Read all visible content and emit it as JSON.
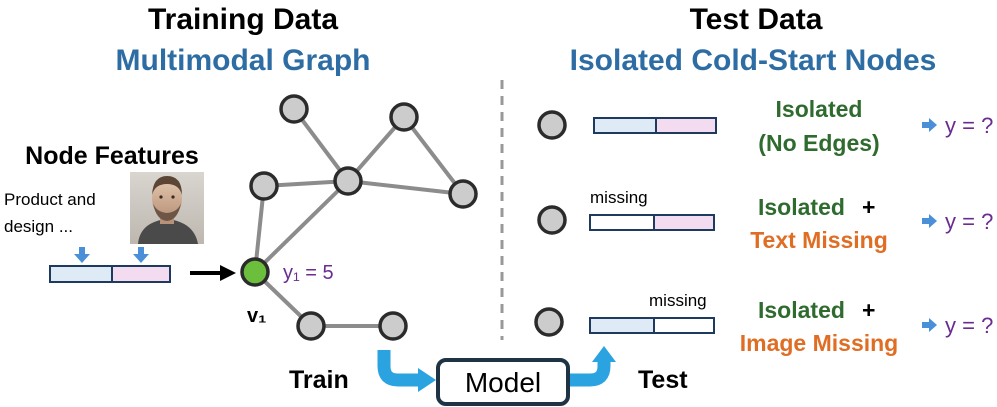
{
  "training": {
    "title": "Training Data",
    "subtitle": "Multimodal Graph",
    "node_features_label": "Node Features",
    "text_line1": "Product and",
    "text_line2": "design ...",
    "label_value": "y₁ = 5",
    "node_name": "v₁"
  },
  "test": {
    "title": "Test Data",
    "subtitle": "Isolated Cold-Start Nodes",
    "rows": [
      {
        "status_line1": "Isolated",
        "status_line2": "(No Edges)",
        "output": "y = ?"
      },
      {
        "missing_label": "missing",
        "status_line1": "Isolated",
        "plus": "+",
        "status_line2": "Text Missing",
        "output": "y = ?"
      },
      {
        "missing_label": "missing",
        "status_line1": "Isolated",
        "plus": "+",
        "status_line2": "Image Missing",
        "output": "y = ?"
      }
    ]
  },
  "flow": {
    "train_label": "Train",
    "model_label": "Model",
    "test_label": "Test"
  },
  "colors": {
    "node_fill": "#cccccc",
    "node_stroke": "#2b2b2b",
    "highlight_node": "#6cbf3c",
    "edge": "#8c8c8c",
    "text_segment": "#deeaf6",
    "image_segment": "#f3dcf0",
    "blue_arrow": "#2aa3e0",
    "green_text": "#2f6b2f",
    "orange_text": "#e06d24",
    "title_blue": "#2e6da4"
  },
  "icons": [
    "person-photo-icon",
    "down-arrow-icon",
    "right-arrow-icon",
    "elbow-arrow-icon"
  ]
}
